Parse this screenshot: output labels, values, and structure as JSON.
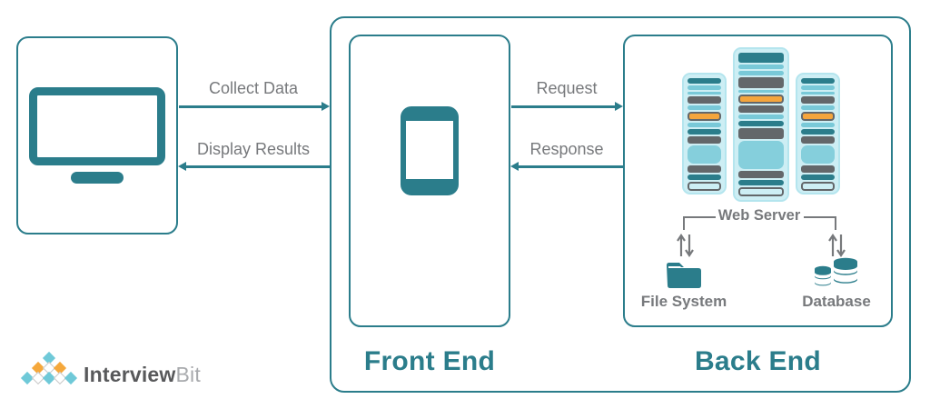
{
  "colors": {
    "teal": "#2b7d8b",
    "gray_text": "#77797c",
    "gray_bar": "#63676a",
    "cyan_bar": "#79c9d8",
    "block_cyan": "#85cfdc",
    "tower_bg": "#cdeef4",
    "tower_border": "#b4e5ee",
    "orange": "#f4a53d",
    "logo_cyan": "#6fc9d8",
    "logo_orange": "#f5a83c"
  },
  "client": {
    "collect_label": "Collect Data",
    "display_label": "Display Results"
  },
  "frontend": {
    "title": "Front End"
  },
  "flows": {
    "request_label": "Request",
    "response_label": "Response"
  },
  "backend": {
    "title": "Back End",
    "web_server_label": "Web Server",
    "file_system_label": "File System",
    "database_label": "Database",
    "servers": {
      "left": [
        "teal",
        "cyan",
        "cyanThin",
        "gray",
        "cyan",
        "orange",
        "cyan",
        "teal",
        "gray",
        "block",
        "gray",
        "teal",
        "outline"
      ],
      "middle": [
        "tealThick",
        "cyan",
        "cyan",
        "grayThick",
        "cyanThin",
        "orange",
        "gray",
        "cyan",
        "teal",
        "grayThick",
        "block",
        "gray",
        "teal",
        "outline"
      ],
      "right": [
        "teal",
        "cyan",
        "cyanThin",
        "gray",
        "cyan",
        "orange",
        "cyan",
        "teal",
        "gray",
        "block",
        "gray",
        "teal",
        "outline"
      ]
    }
  },
  "logo": {
    "text_primary": "Interview",
    "text_secondary": "Bit",
    "diamond_rows": [
      [
        "cyan"
      ],
      [
        "orange",
        "white",
        "orange"
      ],
      [
        "cyan",
        "white",
        "cyan",
        "white",
        "cyan"
      ]
    ]
  }
}
